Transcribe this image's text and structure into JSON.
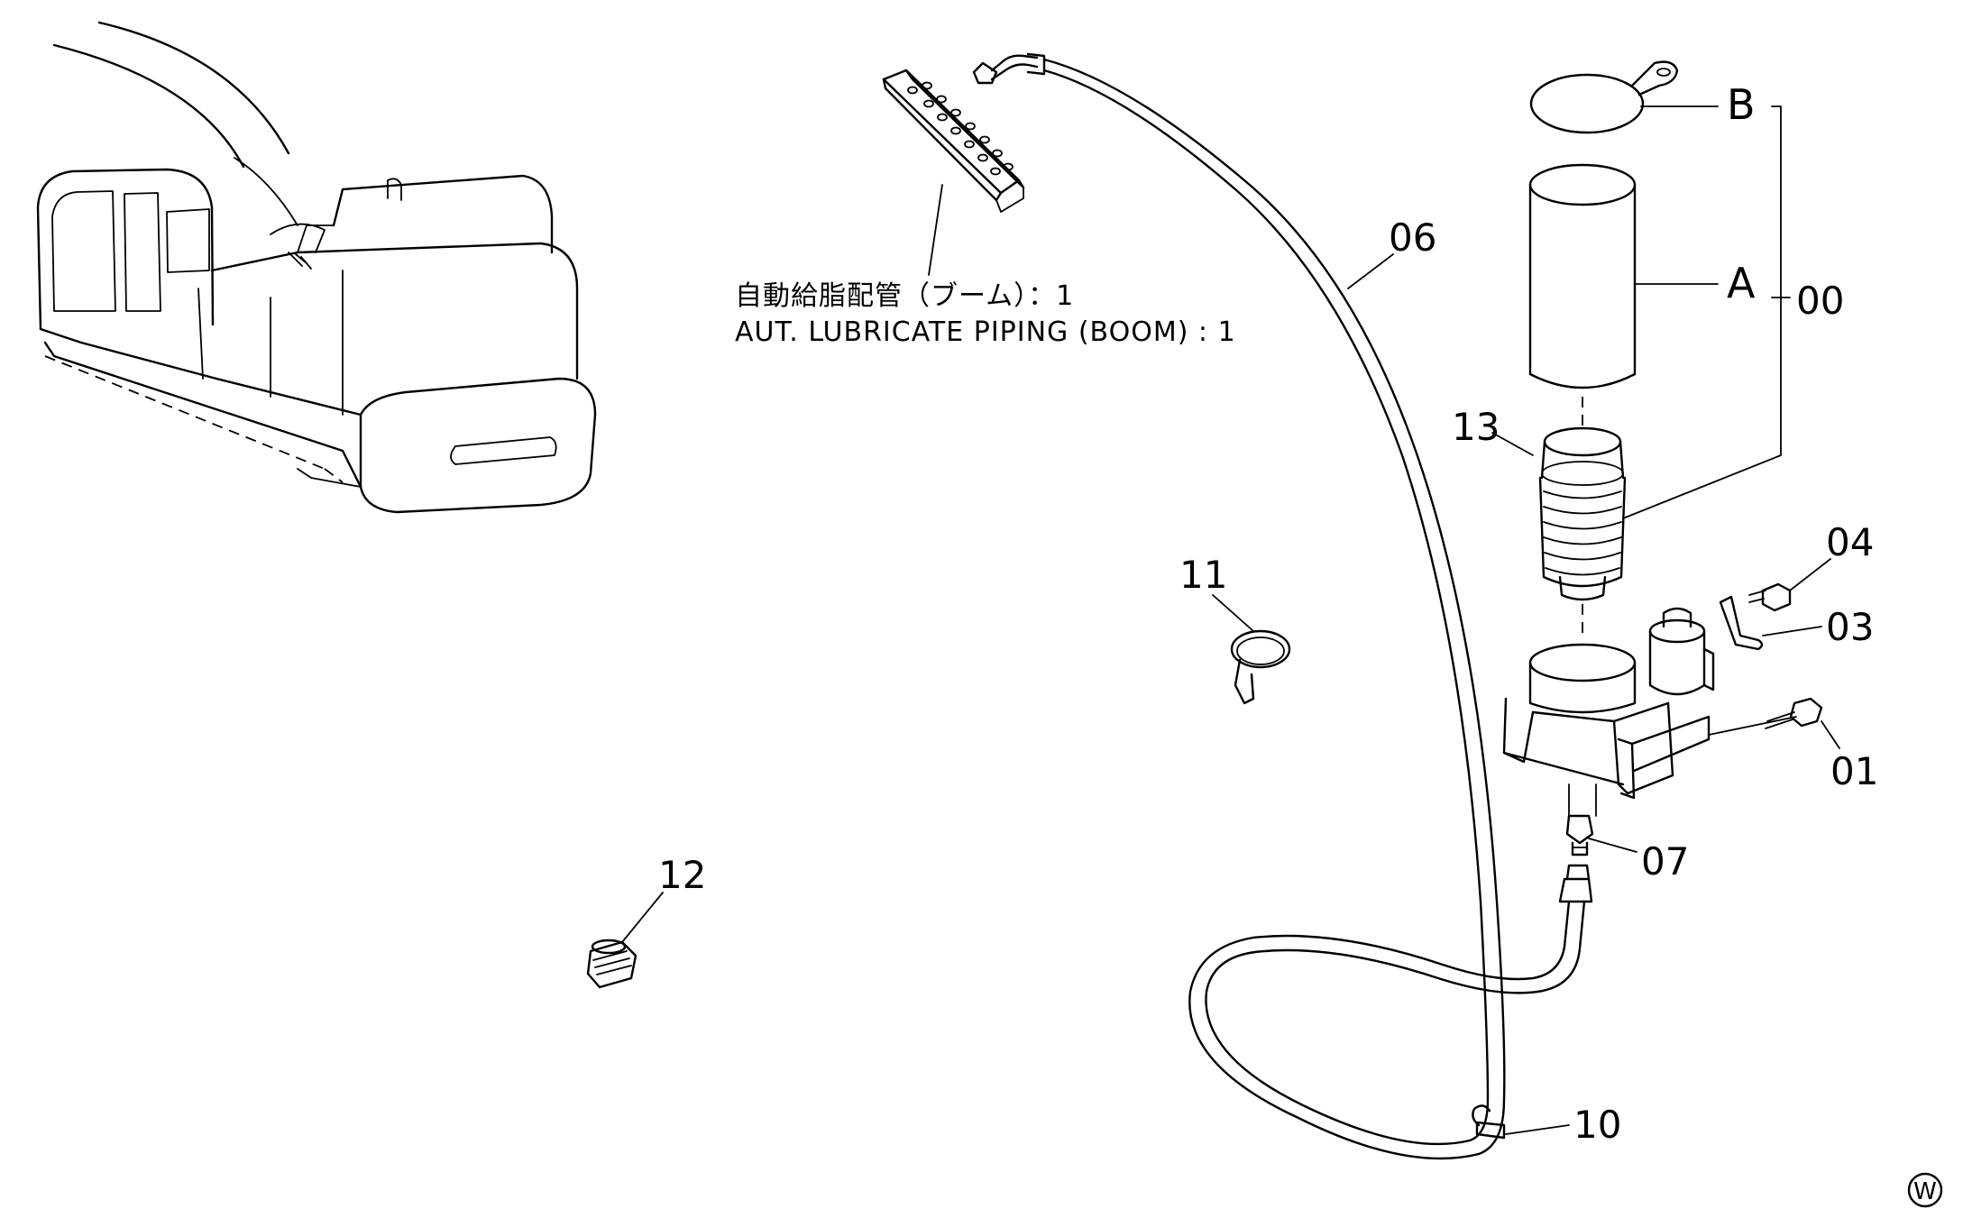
{
  "note": {
    "line1": "自動給脂配管（ブーム）：1",
    "line2": "AUT. LUBRICATE PIPING (BOOM) : 1"
  },
  "labels": {
    "p00": "00",
    "pA": "A",
    "pB": "B",
    "p01": "01",
    "p03": "03",
    "p04": "04",
    "p06": "06",
    "p07": "07",
    "p10": "10",
    "p11": "11",
    "p12": "12",
    "p13": "13"
  },
  "corner_mark": "W"
}
